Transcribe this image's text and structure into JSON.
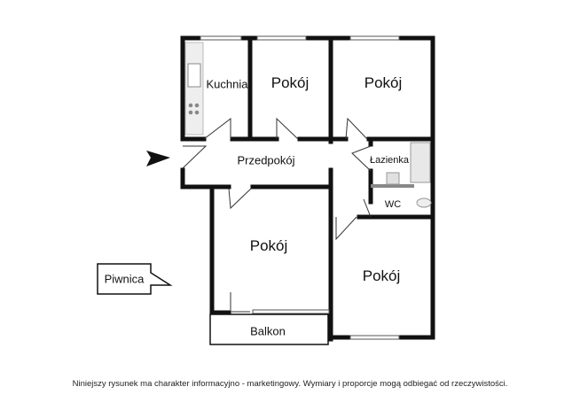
{
  "rooms": {
    "kitchen": "Kuchnia",
    "room_top_middle": "Pokój",
    "room_top_right": "Pokój",
    "hall": "Przedpokój",
    "bathroom": "Łazienka",
    "wc": "WC",
    "room_bottom_left": "Pokój",
    "room_bottom_right": "Pokój",
    "balcony": "Balkon"
  },
  "basement": "Piwnica",
  "disclaimer": "Niniejszy rysunek ma charakter informacyjno - marketingowy. Wymiary i proporcje mogą odbiegać od rzeczywistości.",
  "colors": {
    "wall": "#111111",
    "fixture": "#cccccc"
  }
}
